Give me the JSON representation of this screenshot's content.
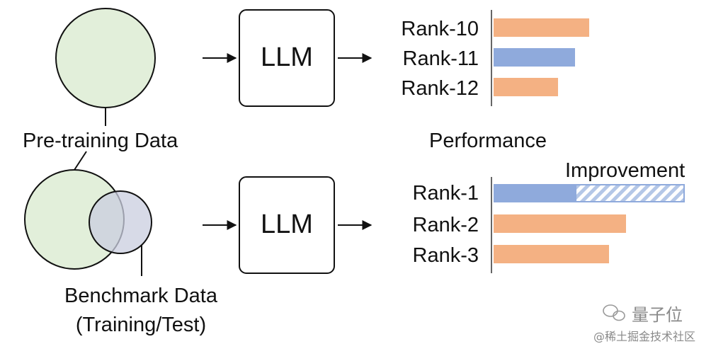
{
  "top_panel": {
    "data_label": "Pre-training Data",
    "model_label": "LLM",
    "ranks": [
      "Rank-10",
      "Rank-11",
      "Rank-12"
    ]
  },
  "middle": {
    "performance_label": "Performance",
    "improvement_label": "Improvement"
  },
  "bottom_panel": {
    "data_label_line1": "Benchmark Data",
    "data_label_line2": "(Training/Test)",
    "model_label": "LLM",
    "ranks": [
      "Rank-1",
      "Rank-2",
      "Rank-3"
    ]
  },
  "watermark": {
    "brand": "量子位",
    "source": "@稀土掘金技术社区"
  },
  "colors": {
    "orange_bar": "#F4B183",
    "blue_bar": "#8FAADC",
    "green_circle": "#E2EFDA",
    "overlap_circle": "#C9CEDF"
  }
}
